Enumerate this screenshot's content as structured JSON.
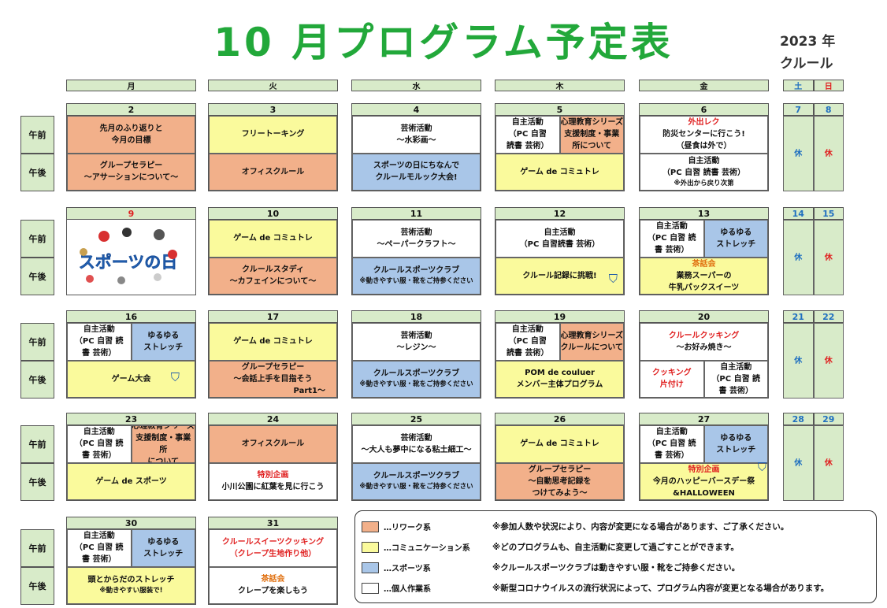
{
  "title": "10 月プログラム予定表",
  "year": "2023 年",
  "org": "クルール",
  "weekdays": [
    "月",
    "火",
    "水",
    "木",
    "金"
  ],
  "weekend": [
    "土",
    "日"
  ],
  "slot_labels": {
    "am": "午前",
    "pm": "午後"
  },
  "weekend_label": "休",
  "colors": {
    "orange": "#f2b08a",
    "yellow": "#fafa9c",
    "blue": "#a9c6e8",
    "white": "#ffffff",
    "header": "#d8ebc9",
    "title": "#22a83a"
  },
  "weeks": [
    {
      "days": [
        {
          "num": "2",
          "am": {
            "lines": [
              "先月のふり返りと",
              "今月の目標"
            ],
            "color": "orange"
          },
          "pm": {
            "lines": [
              "グループセラピー",
              "～アサーションについて～"
            ],
            "color": "orange"
          }
        },
        {
          "num": "3",
          "am": {
            "lines": [
              "フリートーキング"
            ],
            "color": "yellow"
          },
          "pm": {
            "lines": [
              "オフィスクルール"
            ],
            "color": "orange"
          }
        },
        {
          "num": "4",
          "am": {
            "lines": [
              "芸術活動",
              "～水彩画～"
            ],
            "color": "white"
          },
          "pm": {
            "lines": [
              "スポーツの日にちなんで",
              "クルールモルック大会!"
            ],
            "color": "blue"
          }
        },
        {
          "num": "5",
          "am_left": {
            "lines": [
              "自主活動",
              "（PC 自習",
              "読書 芸術）"
            ],
            "color": "white"
          },
          "am_right": {
            "lines": [
              "心理教育シリーズ",
              "支援制度・事業",
              "所について"
            ],
            "color": "orange"
          },
          "pm": {
            "lines": [
              "ゲーム de コミュトレ"
            ],
            "color": "yellow"
          }
        },
        {
          "num": "6",
          "am": {
            "lines": [
              "外出レク",
              "防災センターに行こう!",
              "（昼食は外で）"
            ],
            "color": "white"
          },
          "pm": {
            "lines": [
              "自主活動",
              "（PC 自習 読書 芸術）",
              "※外出から戻り次第"
            ],
            "color": "white"
          }
        }
      ],
      "weekend": [
        "7",
        "8"
      ]
    },
    {
      "days": [
        {
          "num": "9",
          "image": {
            "text": "スポーツの日"
          }
        },
        {
          "num": "10",
          "am": {
            "lines": [
              "ゲーム de コミュトレ"
            ],
            "color": "yellow"
          },
          "pm": {
            "lines": [
              "クルールスタディ",
              "～カフェインについて～"
            ],
            "color": "orange"
          }
        },
        {
          "num": "11",
          "am": {
            "lines": [
              "芸術活動",
              "～ペーパークラフト～"
            ],
            "color": "white"
          },
          "pm": {
            "lines": [
              "クルールスポーツクラブ",
              "※動きやすい服・靴をご持参ください"
            ],
            "color": "blue"
          }
        },
        {
          "num": "12",
          "am": {
            "lines": [
              "自主活動",
              "（PC 自習読書 芸術）"
            ],
            "color": "white"
          },
          "pm": {
            "lines": [
              "クルール記録に挑戦!"
            ],
            "color": "yellow"
          }
        },
        {
          "num": "13",
          "am_left": {
            "lines": [
              "自主活動",
              "（PC 自習 読",
              "書 芸術）"
            ],
            "color": "white"
          },
          "am_right": {
            "lines": [
              "ゆるゆる",
              "ストレッチ"
            ],
            "color": "blue"
          },
          "pm": {
            "lines": [
              "茶話会",
              "業務スーパーの",
              "牛乳パックスイーツ"
            ],
            "color": "yellow"
          }
        }
      ],
      "weekend": [
        "14",
        "15"
      ]
    },
    {
      "days": [
        {
          "num": "16",
          "am_left": {
            "lines": [
              "自主活動",
              "（PC 自習 読",
              "書 芸術）"
            ],
            "color": "white"
          },
          "am_right": {
            "lines": [
              "ゆるゆる",
              "ストレッチ"
            ],
            "color": "blue"
          },
          "pm": {
            "lines": [
              "ゲーム大会"
            ],
            "color": "yellow"
          }
        },
        {
          "num": "17",
          "am": {
            "lines": [
              "ゲーム de コミュトレ"
            ],
            "color": "yellow"
          },
          "pm": {
            "lines": [
              "グループセラピー",
              "～会話上手を目指そう",
              "Part1～"
            ],
            "color": "orange"
          }
        },
        {
          "num": "18",
          "am": {
            "lines": [
              "芸術活動",
              "～レジン～"
            ],
            "color": "white"
          },
          "pm": {
            "lines": [
              "クルールスポーツクラブ",
              "※動きやすい服・靴をご持参ください"
            ],
            "color": "blue"
          }
        },
        {
          "num": "19",
          "am_left": {
            "lines": [
              "自主活動",
              "（PC 自習",
              "読書 芸術）"
            ],
            "color": "white"
          },
          "am_right": {
            "lines": [
              "心理教育シリーズ",
              "クルールについて"
            ],
            "color": "orange"
          },
          "pm": {
            "lines": [
              "POM de couluer",
              "メンバー主体プログラム"
            ],
            "color": "yellow"
          }
        },
        {
          "num": "20",
          "am": {
            "lines": [
              "クルールクッキング",
              "～お好み焼き～"
            ],
            "color": "white"
          },
          "pm_left": {
            "lines": [
              "クッキング",
              "片付け"
            ],
            "color": "white"
          },
          "pm_right": {
            "lines": [
              "自主活動",
              "（PC 自習 読",
              "書 芸術）"
            ],
            "color": "white"
          }
        }
      ],
      "weekend": [
        "21",
        "22"
      ]
    },
    {
      "days": [
        {
          "num": "23",
          "am_left": {
            "lines": [
              "自主活動",
              "（PC 自習 読",
              "書 芸術）"
            ],
            "color": "white"
          },
          "am_right": {
            "lines": [
              "心理教育シリーズ",
              "支援制度・事業所",
              "について"
            ],
            "color": "orange"
          },
          "pm": {
            "lines": [
              "ゲーム de スポーツ"
            ],
            "color": "yellow"
          }
        },
        {
          "num": "24",
          "am": {
            "lines": [
              "オフィスクルール"
            ],
            "color": "orange"
          },
          "pm": {
            "lines": [
              "特別企画",
              "小川公園に紅葉を見に行こう"
            ],
            "color": "white"
          }
        },
        {
          "num": "25",
          "am": {
            "lines": [
              "芸術活動",
              "～大人も夢中になる粘土細工～"
            ],
            "color": "white"
          },
          "pm": {
            "lines": [
              "クルールスポーツクラブ",
              "※動きやすい服・靴をご持参ください"
            ],
            "color": "blue"
          }
        },
        {
          "num": "26",
          "am": {
            "lines": [
              "ゲーム de コミュトレ"
            ],
            "color": "yellow"
          },
          "pm": {
            "lines": [
              "グループセラピー",
              "～自動思考記録を",
              "つけてみよう～"
            ],
            "color": "orange"
          }
        },
        {
          "num": "27",
          "am_left": {
            "lines": [
              "自主活動",
              "（PC 自習 読",
              "書 芸術）"
            ],
            "color": "white"
          },
          "am_right": {
            "lines": [
              "ゆるゆる",
              "ストレッチ"
            ],
            "color": "blue"
          },
          "pm": {
            "lines": [
              "特別企画",
              "今月のハッピーバースデー祭",
              "&HALLOWEEN"
            ],
            "color": "yellow"
          }
        }
      ],
      "weekend": [
        "28",
        "29"
      ]
    },
    {
      "days": [
        {
          "num": "30",
          "am_left": {
            "lines": [
              "自主活動",
              "（PC 自習 読",
              "書 芸術）"
            ],
            "color": "white"
          },
          "am_right": {
            "lines": [
              "ゆるゆる",
              "ストレッチ"
            ],
            "color": "blue"
          },
          "pm": {
            "lines": [
              "頭とからだのストレッチ",
              "※動きやすい服装で!"
            ],
            "color": "yellow"
          }
        },
        {
          "num": "31",
          "am": {
            "lines": [
              "クルールスイーツクッキング",
              "（クレープ生地作り他）"
            ],
            "color": "white"
          },
          "pm": {
            "lines": [
              "茶話会",
              "クレープを楽しもう"
            ],
            "color": "white"
          }
        }
      ]
    }
  ],
  "legend": {
    "items": [
      {
        "label": "…リワーク系",
        "color": "orange"
      },
      {
        "label": "…コミュニケーション系",
        "color": "yellow"
      },
      {
        "label": "…スポーツ系",
        "color": "blue"
      },
      {
        "label": "…個人作業系",
        "color": "white"
      }
    ],
    "notes": [
      "※参加人数や状況により、内容が変更になる場合があります、ご了承ください。",
      "※どのプログラムも、自主活動に変更して過ごすことができます。",
      "※クルールスポーツクラブは動きやすい服・靴をご持参ください。",
      "※新型コロナウイルスの流行状況によって、プログラム内容が変更となる場合があります。"
    ]
  }
}
